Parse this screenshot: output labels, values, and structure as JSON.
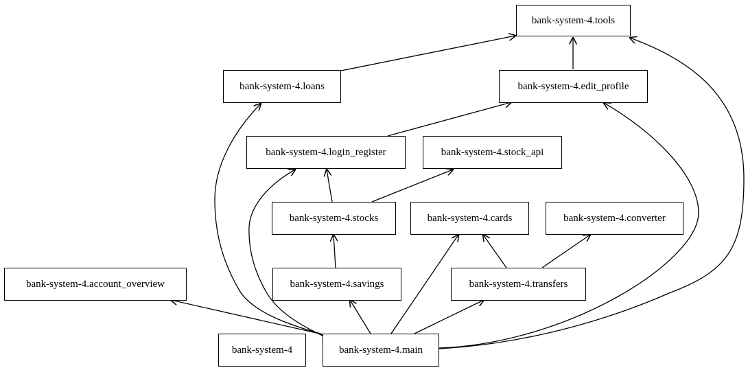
{
  "nodes": [
    {
      "id": "tools",
      "label": "bank-system-4.tools"
    },
    {
      "id": "loans",
      "label": "bank-system-4.loans"
    },
    {
      "id": "edit_profile",
      "label": "bank-system-4.edit_profile"
    },
    {
      "id": "login_register",
      "label": "bank-system-4.login_register"
    },
    {
      "id": "stock_api",
      "label": "bank-system-4.stock_api"
    },
    {
      "id": "stocks",
      "label": "bank-system-4.stocks"
    },
    {
      "id": "cards",
      "label": "bank-system-4.cards"
    },
    {
      "id": "converter",
      "label": "bank-system-4.converter"
    },
    {
      "id": "account_overview",
      "label": "bank-system-4.account_overview"
    },
    {
      "id": "savings",
      "label": "bank-system-4.savings"
    },
    {
      "id": "transfers",
      "label": "bank-system-4.transfers"
    },
    {
      "id": "root",
      "label": "bank-system-4"
    },
    {
      "id": "main",
      "label": "bank-system-4.main"
    }
  ],
  "edges": [
    {
      "from": "loans",
      "to": "tools"
    },
    {
      "from": "edit_profile",
      "to": "tools"
    },
    {
      "from": "main",
      "to": "tools"
    },
    {
      "from": "login_register",
      "to": "edit_profile"
    },
    {
      "from": "main",
      "to": "edit_profile"
    },
    {
      "from": "main",
      "to": "loans"
    },
    {
      "from": "stocks",
      "to": "login_register"
    },
    {
      "from": "main",
      "to": "login_register"
    },
    {
      "from": "stocks",
      "to": "stock_api"
    },
    {
      "from": "savings",
      "to": "stocks"
    },
    {
      "from": "main",
      "to": "cards"
    },
    {
      "from": "transfers",
      "to": "cards"
    },
    {
      "from": "transfers",
      "to": "converter"
    },
    {
      "from": "main",
      "to": "account_overview"
    },
    {
      "from": "main",
      "to": "savings"
    },
    {
      "from": "main",
      "to": "transfers"
    }
  ],
  "colors": {
    "stroke": "#000000",
    "background": "#ffffff",
    "text": "#000000"
  }
}
